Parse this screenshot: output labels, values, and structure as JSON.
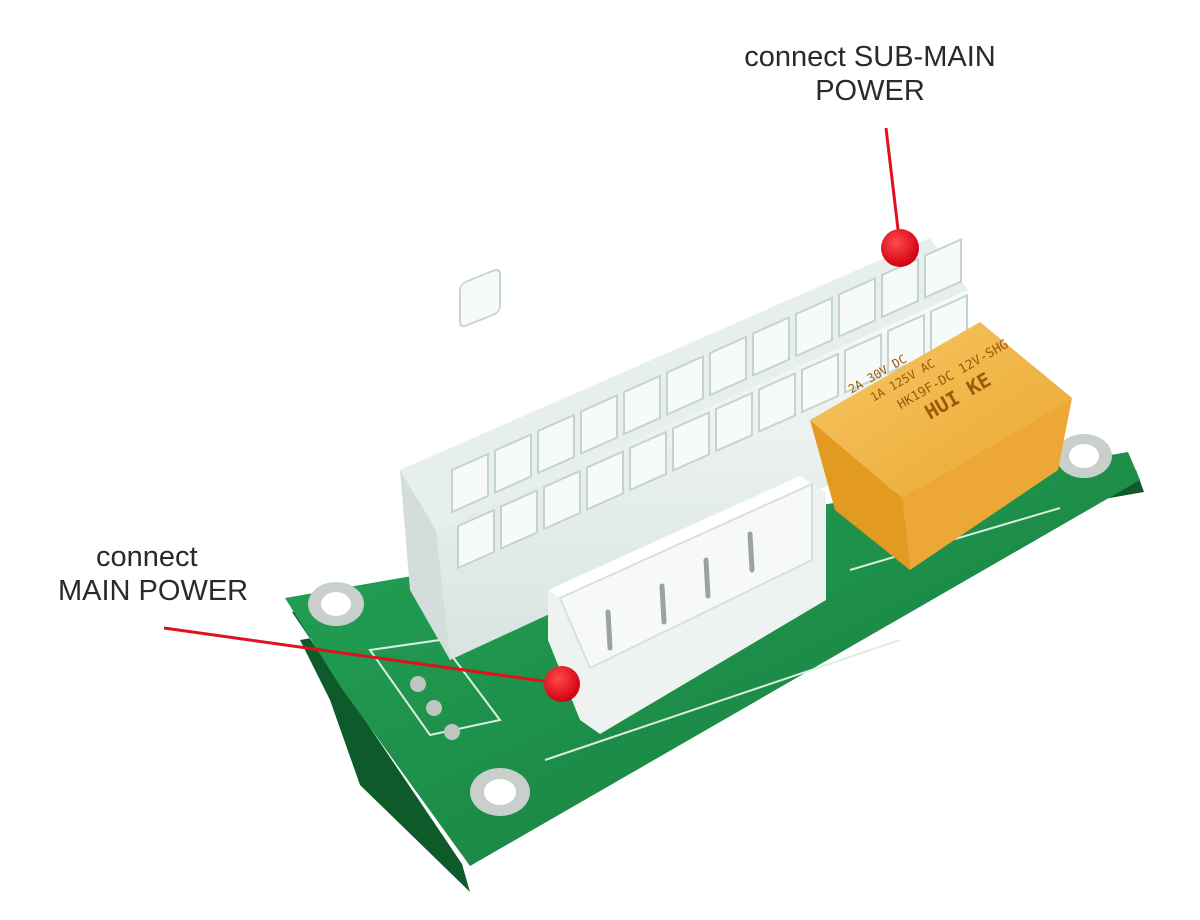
{
  "callouts": {
    "sub_main": {
      "line1": "connect SUB-MAIN",
      "line2": "POWER"
    },
    "main": {
      "line1": "connect",
      "line2": "MAIN POWER"
    }
  },
  "colors": {
    "pcb": "#1f8f4a",
    "pcb_dark": "#157036",
    "connector": "#eef3f1",
    "relay": "#f2b13a",
    "marker": "#e0101e"
  },
  "relay_text": [
    "HUI KE",
    "HK19F-DC 12V-SHG",
    "1A 125V AC",
    "2A 30V DC"
  ]
}
